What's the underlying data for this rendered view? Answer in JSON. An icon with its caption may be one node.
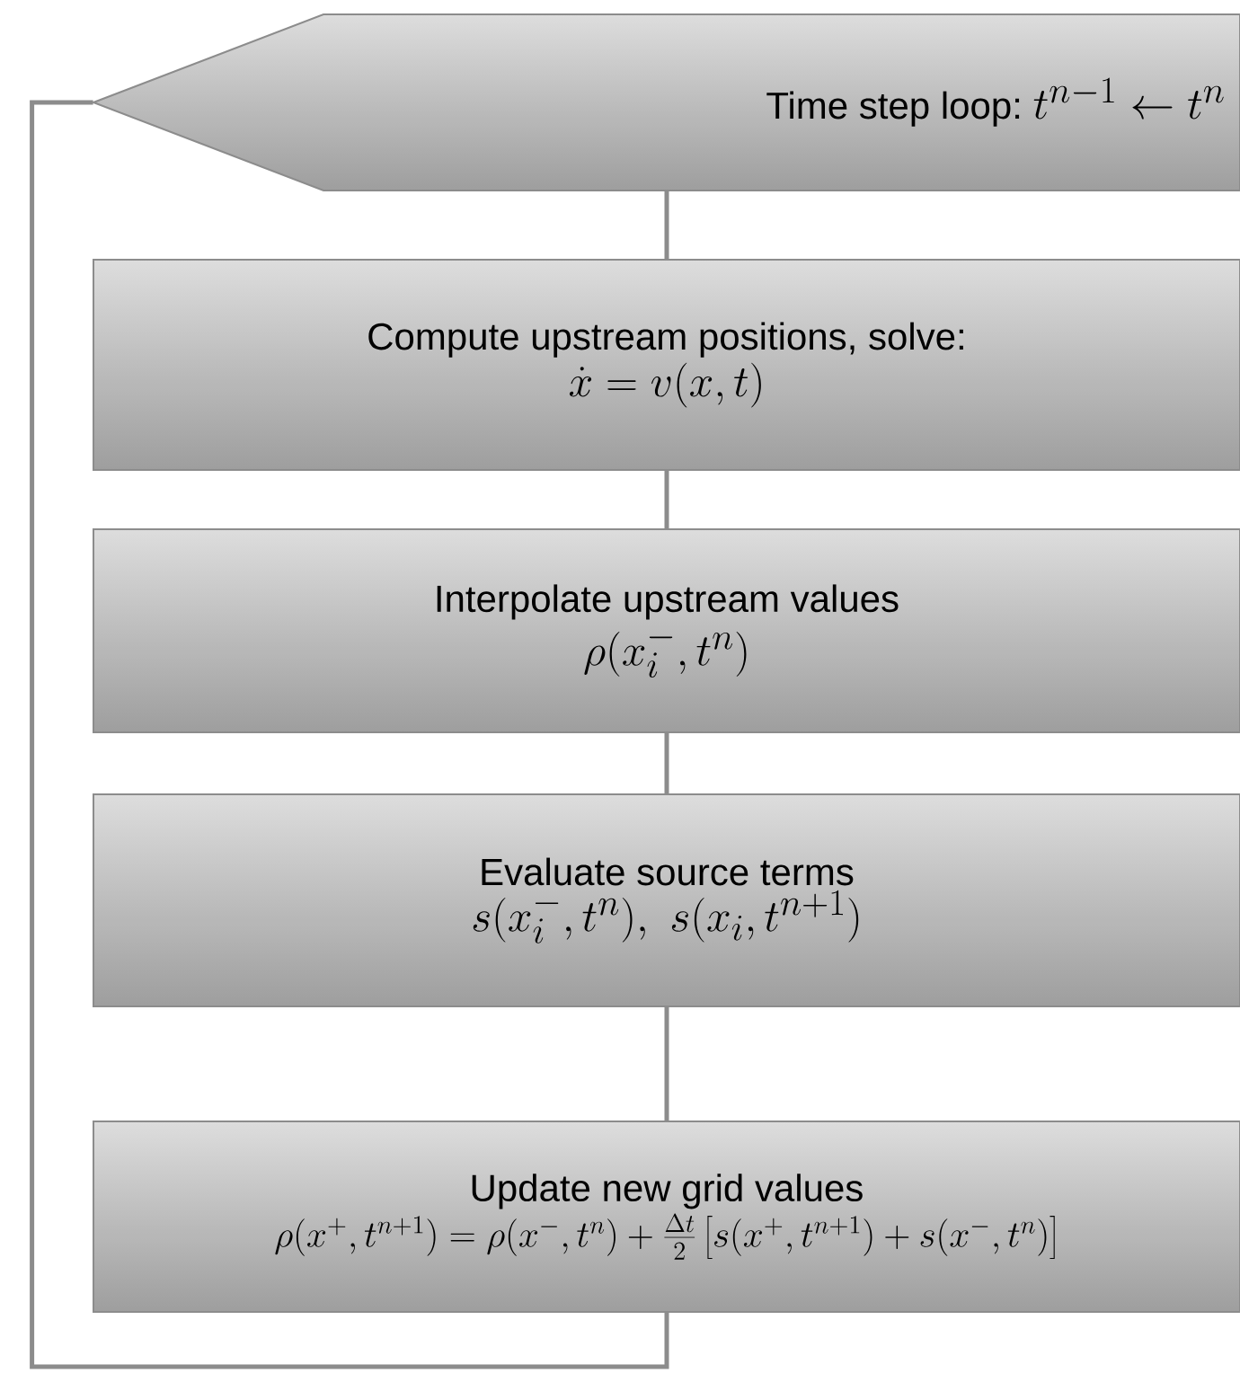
{
  "diagram": {
    "nodes": [
      {
        "text": [
          "Time step loop:",
          "t^{n-1} \\leftarrow t^n"
        ]
      },
      {
        "text": [
          "Compute upstream positions, solve:",
          "\\dot{x} = v(x,t)"
        ]
      },
      {
        "text": [
          "Interpolate upstream values",
          "\\rho(x_i^-, t^n)"
        ]
      },
      {
        "text": [
          "Evaluate source terms",
          "s(x_i^-, t^n),\\ s(x_i, t^{n+1})"
        ]
      },
      {
        "text": [
          "Update new grid values",
          "\\rho(x^+,t^{n+1}) = \\rho(x^-,t^n) + \\frac{\\Delta t}{2}\\left[s(x^+,t^{n+1}) + s(x^-,t^n)\\right]"
        ]
      }
    ],
    "edges": [
      {
        "from": 0,
        "to": 1,
        "arrow": "none"
      },
      {
        "from": 1,
        "to": 2,
        "arrow": "none"
      },
      {
        "from": 2,
        "to": 3,
        "arrow": "none"
      },
      {
        "from": 3,
        "to": 4,
        "arrow": "none"
      },
      {
        "from": 4,
        "to": 0,
        "arrow": "none"
      }
    ]
  }
}
